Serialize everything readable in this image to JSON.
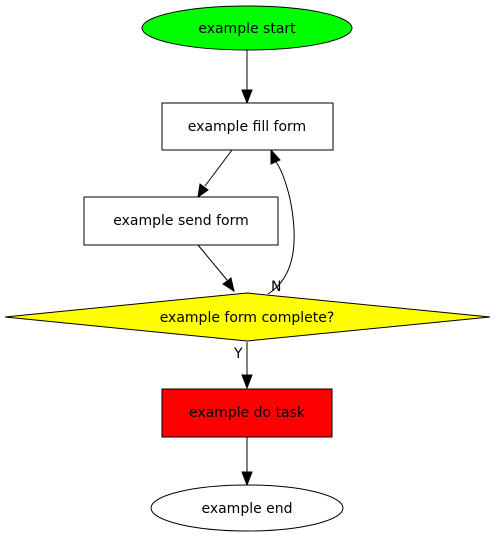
{
  "nodes": {
    "start": {
      "label": "example start",
      "fill": "#00ff00"
    },
    "fill_form": {
      "label": "example fill form",
      "fill": "#ffffff"
    },
    "send_form": {
      "label": "example send form",
      "fill": "#ffffff"
    },
    "form_complete": {
      "label": "example form complete?",
      "fill": "#ffff00"
    },
    "do_task": {
      "label": "example do task",
      "fill": "#ff0000"
    },
    "end": {
      "label": "example end",
      "fill": "#ffffff"
    }
  },
  "edges": {
    "complete_to_fill_label": "N",
    "complete_to_task_label": "Y"
  }
}
